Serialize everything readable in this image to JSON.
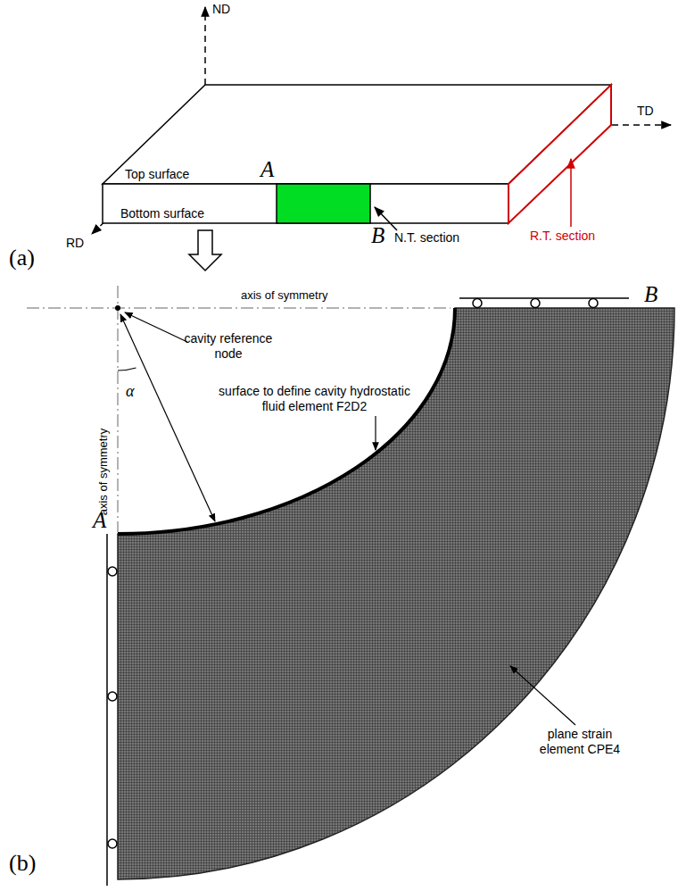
{
  "diagram": {
    "labels": [
      "ND",
      "TD",
      "RD",
      "Top surface",
      "A",
      "Bottom surface",
      "B",
      "N.T. section",
      "R.T. section",
      "(a)",
      "axis of symmetry",
      "B",
      "cavity reference node",
      "α",
      "axis of symmetry",
      "surface to define cavity hydrostatic fluid element F2D2",
      "plane strain element CPE4",
      "A",
      "(b)"
    ]
  }
}
